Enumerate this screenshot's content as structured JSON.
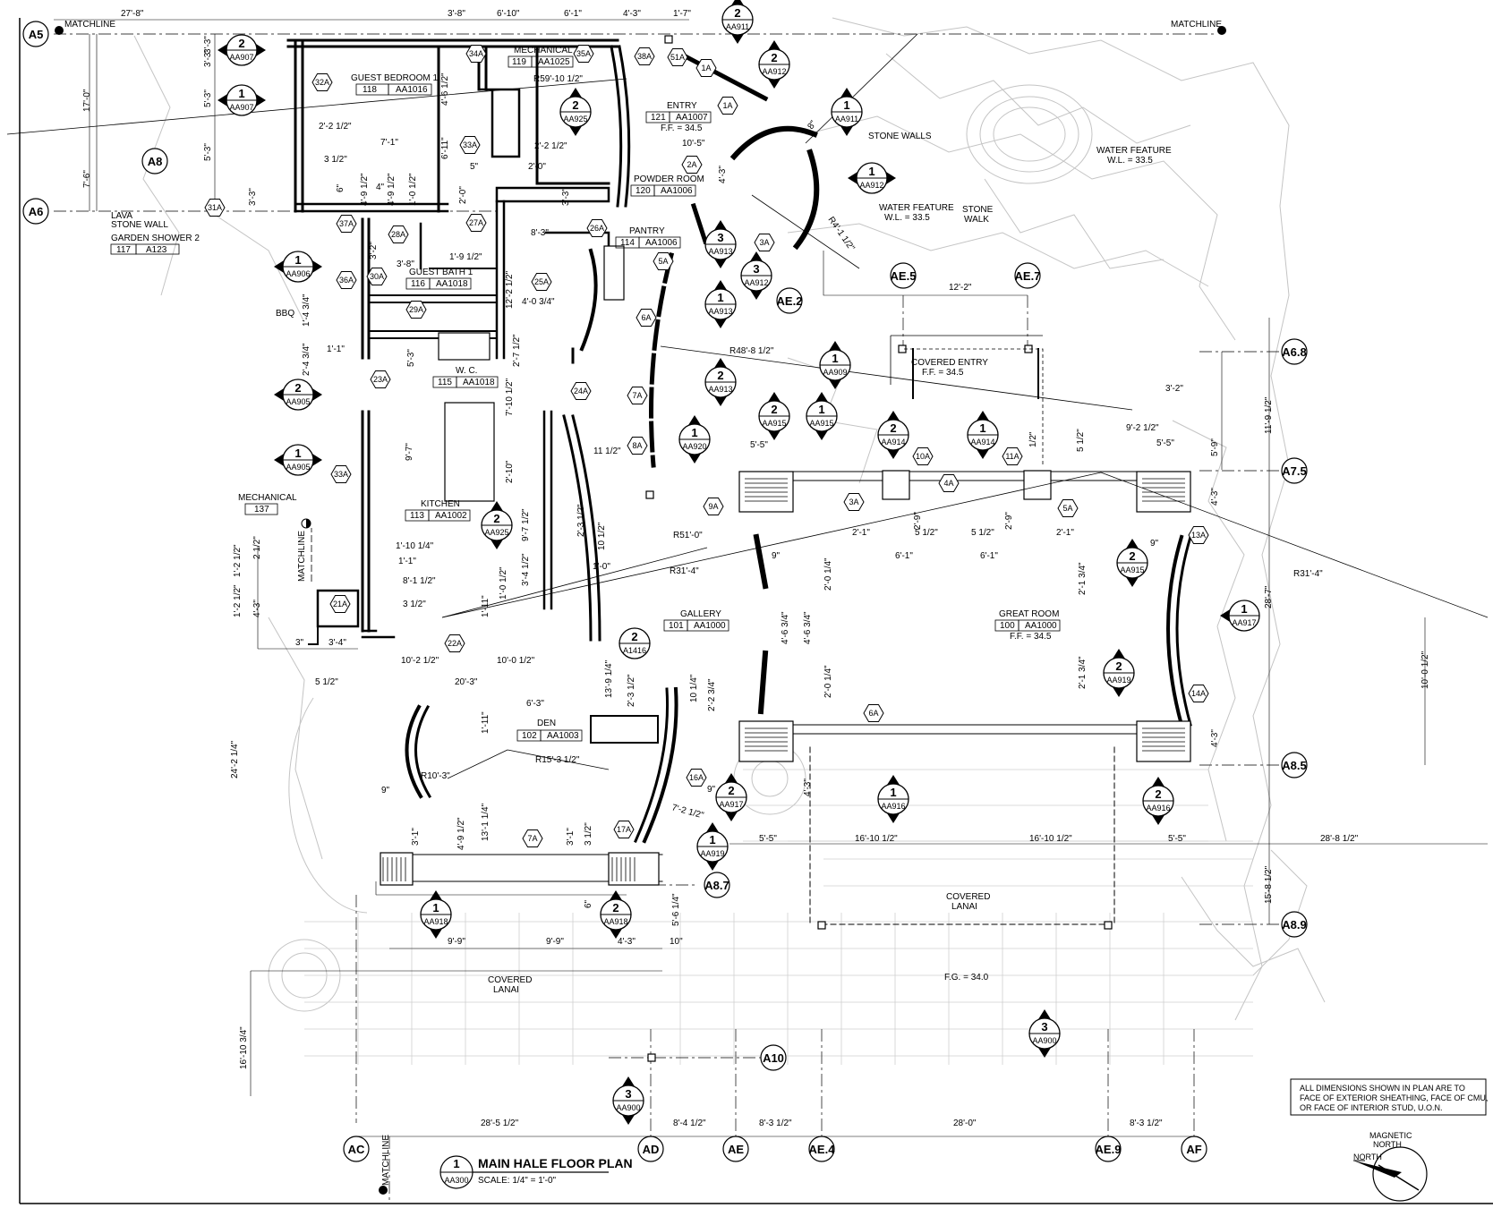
{
  "title": {
    "number": "1",
    "sheet": "AA300",
    "name": "MAIN HALE FLOOR PLAN",
    "scale": "SCALE: 1/4\" = 1'-0\""
  },
  "note_lines": [
    "ALL DIMENSIONS SHOWN IN PLAN ARE TO",
    "FACE OF EXTERIOR SHEATHING, FACE OF CMU,",
    "OR FACE OF INTERIOR STUD, U.O.N."
  ],
  "north": {
    "top": "MAGNETIC",
    "bottom": "NORTH",
    "side": "NORTH"
  },
  "matchlines": [
    "MATCHLINE",
    "MATCHLINE",
    "MATCHLINE",
    "MATCHLINE"
  ],
  "grid_bubbles": [
    "A5",
    "A6",
    "A8",
    "A6.8",
    "A7.5",
    "A8.5",
    "A8.9",
    "A8.7",
    "A10",
    "AC",
    "AD",
    "AE",
    "AE.4",
    "AE.9",
    "AF",
    "AE.5",
    "AE.7",
    "AE.2"
  ],
  "rooms": [
    {
      "name": "GUEST BEDROOM 1",
      "num": "118",
      "ref": "AA1016"
    },
    {
      "name": "MECHANICAL",
      "num": "119",
      "ref": "AA1025"
    },
    {
      "name": "ENTRY",
      "num": "121",
      "ref": "AA1007",
      "ff": "F.F. = 34.5"
    },
    {
      "name": "POWDER ROOM",
      "num": "120",
      "ref": "AA1006"
    },
    {
      "name": "PANTRY",
      "num": "114",
      "ref": "AA1006"
    },
    {
      "name": "GUEST BATH 1",
      "num": "116",
      "ref": "AA1018"
    },
    {
      "name": "W. C.",
      "num": "115",
      "ref": "AA1018"
    },
    {
      "name": "KITCHEN",
      "num": "113",
      "ref": "AA1002"
    },
    {
      "name": "MECHANICAL",
      "num": "137",
      "ref": ""
    },
    {
      "name": "GALLERY",
      "num": "101",
      "ref": "AA1000"
    },
    {
      "name": "GREAT ROOM",
      "num": "100",
      "ref": "AA1000",
      "ff": "F.F. = 34.5"
    },
    {
      "name": "DEN",
      "num": "102",
      "ref": "AA1003"
    },
    {
      "name": "GARDEN SHOWER 2",
      "num": "117",
      "ref": "A123"
    }
  ],
  "labels": {
    "lava1": "LAVA",
    "lava2": "STONE WALL",
    "bbq": "BBQ",
    "stone_walls": "STONE WALLS",
    "wf1_a": "WATER FEATURE",
    "wf1_b": "W.L. = 33.5",
    "wf2_a": "WATER FEATURE",
    "wf2_b": "W.L. = 33.5",
    "stone_walk_a": "STONE",
    "stone_walk_b": "WALK",
    "covered_entry_a": "COVERED ENTRY",
    "covered_entry_b": "F.F. = 34.5",
    "covered_lanai_1a": "COVERED",
    "covered_lanai_1b": "LANAI",
    "covered_lanai_2a": "COVERED",
    "covered_lanai_2b": "LANAI",
    "fg": "F.G. = 34.0"
  },
  "sections": [
    {
      "n": "2",
      "s": "AA907"
    },
    {
      "n": "1",
      "s": "AA907"
    },
    {
      "n": "1",
      "s": "AA906"
    },
    {
      "n": "2",
      "s": "AA905"
    },
    {
      "n": "1",
      "s": "AA905"
    },
    {
      "n": "2",
      "s": "AA911"
    },
    {
      "n": "2",
      "s": "AA912"
    },
    {
      "n": "2",
      "s": "AA925"
    },
    {
      "n": "1",
      "s": "AA911"
    },
    {
      "n": "1",
      "s": "AA912"
    },
    {
      "n": "3",
      "s": "AA913"
    },
    {
      "n": "3",
      "s": "AA912"
    },
    {
      "n": "1",
      "s": "AA913"
    },
    {
      "n": "2",
      "s": "AA913"
    },
    {
      "n": "1",
      "s": "AA909"
    },
    {
      "n": "2",
      "s": "AA915"
    },
    {
      "n": "1",
      "s": "AA915"
    },
    {
      "n": "2",
      "s": "AA914"
    },
    {
      "n": "1",
      "s": "AA914"
    },
    {
      "n": "1",
      "s": "AA920"
    },
    {
      "n": "2",
      "s": "AA925"
    },
    {
      "n": "2",
      "s": "AA915"
    },
    {
      "n": "1",
      "s": "AA917"
    },
    {
      "n": "2",
      "s": "AA919"
    },
    {
      "n": "2",
      "s": "AA917"
    },
    {
      "n": "1",
      "s": "AA916"
    },
    {
      "n": "2",
      "s": "AA916"
    },
    {
      "n": "1",
      "s": "AA919"
    },
    {
      "n": "1",
      "s": "AA918"
    },
    {
      "n": "2",
      "s": "AA918"
    },
    {
      "n": "3",
      "s": "AA900"
    },
    {
      "n": "3",
      "s": "AA900"
    },
    {
      "n": "2",
      "s": "A1416"
    }
  ],
  "hex_tags": [
    "34A",
    "35A",
    "38A",
    "51A",
    "1A",
    "1A",
    "32A",
    "33A",
    "2A",
    "3A",
    "37A",
    "28A",
    "27A",
    "26A",
    "31A",
    "36A",
    "30A",
    "29A",
    "25A",
    "5A",
    "6A",
    "23A",
    "24A",
    "7A",
    "8A",
    "9A",
    "10A",
    "4A",
    "11A",
    "3A",
    "5A",
    "13A",
    "33A",
    "21A",
    "22A",
    "6A",
    "14A",
    "16A",
    "17A",
    "7A"
  ],
  "dims": {
    "d1": "27'-8\"",
    "d2": "3'-8\"",
    "d3": "6'-10\"",
    "d4": "6'-1\"",
    "d5": "4'-3\"",
    "d6": "1'-7\"",
    "d7": "17'-0\"",
    "d8": "7'-6\"",
    "d9": "3'-3\"",
    "d10": "5'-3\"",
    "d11": "5'-3\"",
    "d12": "3'-3\"",
    "d13": "2'-2 1/2\"",
    "d14": "7'-1\"",
    "d15": "3 1/2\"",
    "d16": "R59'-10 1/2\"",
    "d17": "2'-2 1/2\"",
    "d18": "10'-5\"",
    "d19": "2'-0\"",
    "d20": "5\"",
    "d21": "4'-9 1/2\"",
    "d22": "1'-0 1/2\"",
    "d23": "8'-3\"",
    "d24": "3'-8\"",
    "d25": "1'-9 1/2\"",
    "d26": "12'-2 1/2\"",
    "d27": "4'-0 3/4\"",
    "d28": "R48'-8 1/2\"",
    "d29": "12'-2\"",
    "d30": "R4'-1 1/2\"",
    "d31": "1'-1\"",
    "d32": "2'-4 3/4\"",
    "d33": "1'-4 3/4\"",
    "d34": "2'-7 1/2\"",
    "d35": "7'-10 1/2\"",
    "d36": "9'-7\"",
    "d37": "2'-10\"",
    "d38": "9'-7 1/2\"",
    "d39": "11 1/2\"",
    "d40": "R51'-0\"",
    "d41": "R31'-4\"",
    "d42": "R31'-4\"",
    "d43": "5'-5\"",
    "d44": "3'-2\"",
    "d45": "9'-2 1/2\"",
    "d46": "5'-5\"",
    "d47": "5'-9\"",
    "d48": "11'-9 1/2\"",
    "d49": "4'-3\"",
    "d50": "2'-1\"",
    "d51": "5 1/2\"",
    "d52": "5 1/2\"",
    "d53": "2'-1\"",
    "d54": "6'-1\"",
    "d55": "6'-1\"",
    "d56": "2'-9\"",
    "d57": "2'-9\"",
    "d58": "9\"",
    "d59": "2'-0 1/4\"",
    "d60": "4'-6 3/4\"",
    "d61": "4'-6 3/4\"",
    "d62": "2'-0 1/4\"",
    "d63": "28'-7\"",
    "d64": "2'-1 3/4\"",
    "d65": "2'-1 3/4\"",
    "d66": "10'-0 1/2\"",
    "d67": "4'-3\"",
    "d68": "2 1/2\"",
    "d69": "4'-3\"",
    "d70": "1'-2 1/2\"",
    "d71": "1'-10 1/4\"",
    "d72": "1'-1\"",
    "d73": "8'-1 1/2\"",
    "d74": "3 1/2\"",
    "d75": "3'-4\"",
    "d76": "3\"",
    "d77": "10'-2 1/2\"",
    "d78": "10'-0 1/2\"",
    "d79": "20'-3\"",
    "d80": "5 1/2\"",
    "d81": "6'-3\"",
    "d82": "R10'-3\"",
    "d83": "R15'-3 1/2\"",
    "d84": "9\"",
    "d85": "24'-2 1/4\"",
    "d86": "13'-9 1/4\"",
    "d87": "2'-3 1/2\"",
    "d88": "10 1/4\"",
    "d89": "2'-2 3/4\"",
    "d90": "4'-3\"",
    "d91": "5'-5\"",
    "d92": "16'-10 1/2\"",
    "d93": "16'-10 1/2\"",
    "d94": "5'-5\"",
    "d95": "28'-8 1/2\"",
    "d96": "15'-8 1/2\"",
    "d97": "3'-1\"",
    "d98": "3'-1\"",
    "d99": "3 1/2\"",
    "d100": "13'-1 1/4\"",
    "d101": "4'-9 1/2\"",
    "d102": "9'-9\"",
    "d103": "9'-9\"",
    "d104": "4'-3\"",
    "d105": "10\"",
    "d106": "5'-6 1/4\"",
    "d107": "16'-10 3/4\"",
    "d108": "28'-5 1/2\"",
    "d109": "8'-4 1/2\"",
    "d110": "8'-3 1/2\"",
    "d111": "28'-0\"",
    "d112": "8'-3 1/2\"",
    "d113": "6\"",
    "d114": "6\"",
    "d115": "4'-6 1/2\"",
    "d116": "6'-11\"",
    "d117": "3'-2\"",
    "d118": "2'-0\"",
    "d119": "1'-11\"",
    "d120": "1'-0 1/2\"",
    "d121": "2'-3 1/2\"",
    "d122": "3'-4 1/2\"",
    "d123": "1'-0\"",
    "d124": "8\"",
    "d125": "1'-2 1/2\"",
    "d126": "7'-2 1/2\"",
    "d127": "1'-11\"",
    "d128": "1/2\"",
    "d129": "5 1/2\"",
    "d130": "3'-3\"",
    "d131": "3'-3\"",
    "d132": "4'-3\"",
    "d133": "10 1/2\"",
    "d134": "9\"",
    "d135": "9\"",
    "d136": "5'-3\"",
    "d137": "4\"",
    "d138": "4'-9 1/2\""
  },
  "colors": {
    "ink": "#000000",
    "paper": "#ffffff",
    "site": "#b8b8b8"
  }
}
